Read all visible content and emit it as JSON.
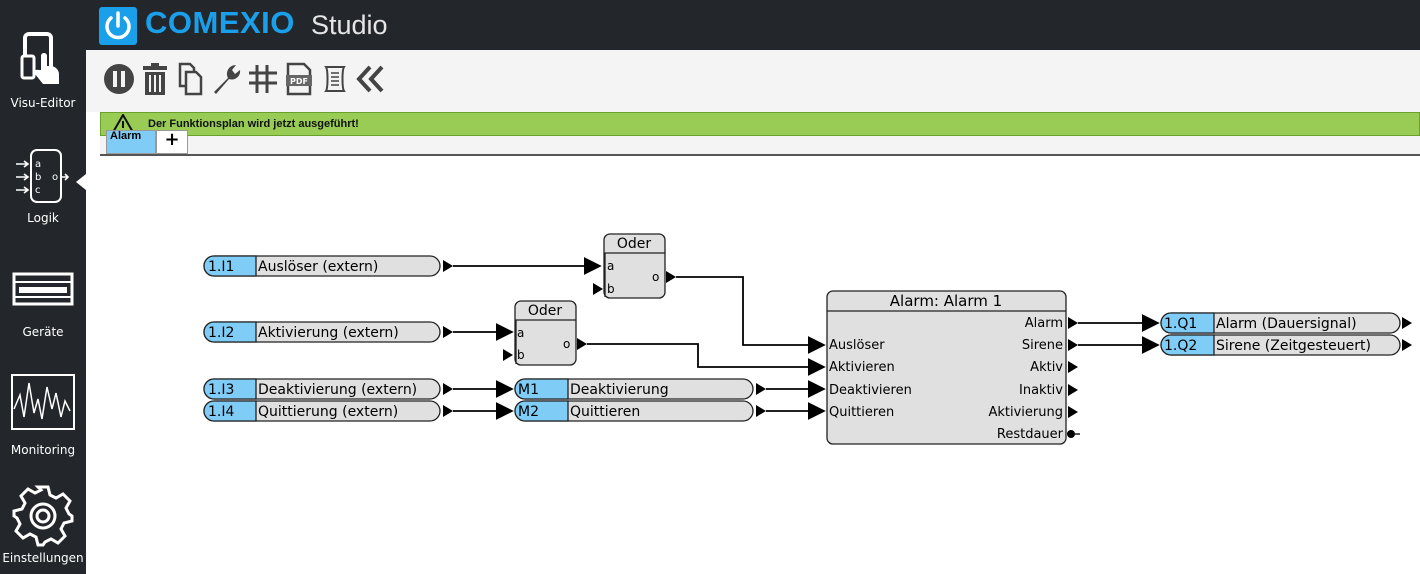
{
  "sidebar": {
    "items": [
      {
        "label": "Visu-Editor",
        "icon": "tablet-touch-icon"
      },
      {
        "label": "Logik",
        "icon": "logic-block-icon",
        "active": true,
        "logic_inputs": [
          "a",
          "b",
          "c"
        ],
        "logic_output": "o"
      },
      {
        "label": "Geräte",
        "icon": "device-icon"
      },
      {
        "label": "Monitoring",
        "icon": "waveform-icon"
      },
      {
        "label": "Einstellungen",
        "icon": "gear-icon"
      }
    ]
  },
  "header": {
    "brand": "COMEXIO",
    "product": "Studio"
  },
  "toolbar": {
    "tools": [
      "pause-icon",
      "trash-icon",
      "copy-icon",
      "wrench-icon",
      "grid-icon",
      "pdf-icon",
      "scroll-icon",
      "collapse-icon"
    ],
    "pdf_label": "PDF"
  },
  "alert": {
    "text": "Der Funktionsplan wird jetzt ausgeführt!",
    "icon": "warning-icon",
    "color": "#99cc55"
  },
  "tabs": {
    "active": "Alarm",
    "add_label": "+"
  },
  "diagram": {
    "inputs": [
      {
        "id": "1.I1",
        "label": "Auslöser (extern)"
      },
      {
        "id": "1.I2",
        "label": "Aktivierung (extern)"
      },
      {
        "id": "1.I3",
        "label": "Deaktivierung (extern)"
      },
      {
        "id": "1.I4",
        "label": "Quittierung (extern)"
      }
    ],
    "markers": [
      {
        "id": "M1",
        "label": "Deaktivierung"
      },
      {
        "id": "M2",
        "label": "Quittieren"
      }
    ],
    "or_gates": [
      {
        "title": "Oder",
        "inputs": [
          "a",
          "b"
        ],
        "output": "o"
      },
      {
        "title": "Oder",
        "inputs": [
          "a",
          "b"
        ],
        "output": "o"
      }
    ],
    "alarm_block": {
      "title": "Alarm: Alarm 1",
      "inputs": [
        "Auslöser",
        "Aktivieren",
        "Deaktivieren",
        "Quittieren"
      ],
      "outputs": [
        "Alarm",
        "Sirene",
        "Aktiv",
        "Inaktiv",
        "Aktivierung",
        "Restdauer"
      ]
    },
    "outputs": [
      {
        "id": "1.Q1",
        "label": "Alarm (Dauersignal)"
      },
      {
        "id": "1.Q2",
        "label": "Sirene (Zeitgesteuert)"
      }
    ],
    "colors": {
      "id_fill": "#7fcdf7",
      "block_fill": "#e0e0e0",
      "wire": "#000000"
    }
  }
}
